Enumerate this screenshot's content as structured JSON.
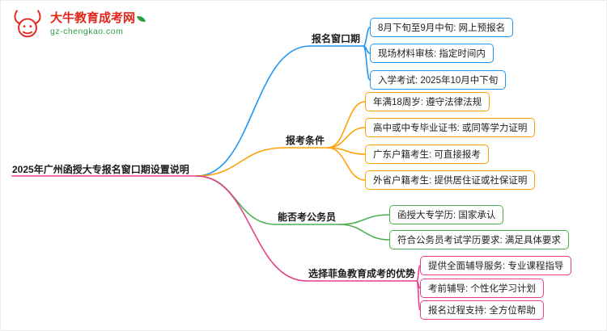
{
  "logo": {
    "title": "大牛教育成考网",
    "url": "gz-chengkao.com",
    "brand_red": "#e1251b",
    "brand_green": "#2e9e43"
  },
  "root": {
    "label": "2025年广州函授大专报名窗口期设置说明",
    "color": "#e83e8c"
  },
  "branches": [
    {
      "label": "报名窗口期",
      "color": "#2196f3",
      "children": [
        {
          "label": "8月下旬至9月中旬: 网上预报名"
        },
        {
          "label": "现场材料审核: 指定时间内"
        },
        {
          "label": "入学考试: 2025年10月中下旬"
        }
      ]
    },
    {
      "label": "报考条件",
      "color": "#ffa000",
      "children": [
        {
          "label": "年满18周岁: 遵守法律法规"
        },
        {
          "label": "高中或中专毕业证书: 或同等学力证明"
        },
        {
          "label": "广东户籍考生: 可直接报考"
        },
        {
          "label": "外省户籍考生: 提供居住证或社保证明"
        }
      ]
    },
    {
      "label": "能否考公务员",
      "color": "#4caf50",
      "children": [
        {
          "label": "函授大专学历: 国家承认"
        },
        {
          "label": "符合公务员考试学历要求: 满足具体要求"
        }
      ]
    },
    {
      "label": "选择菲鱼教育成考的优势",
      "color": "#e83e8c",
      "children": [
        {
          "label": "提供全面辅导服务: 专业课程指导"
        },
        {
          "label": "考前辅导: 个性化学习计划"
        },
        {
          "label": "报名过程支持: 全方位帮助"
        }
      ]
    }
  ]
}
